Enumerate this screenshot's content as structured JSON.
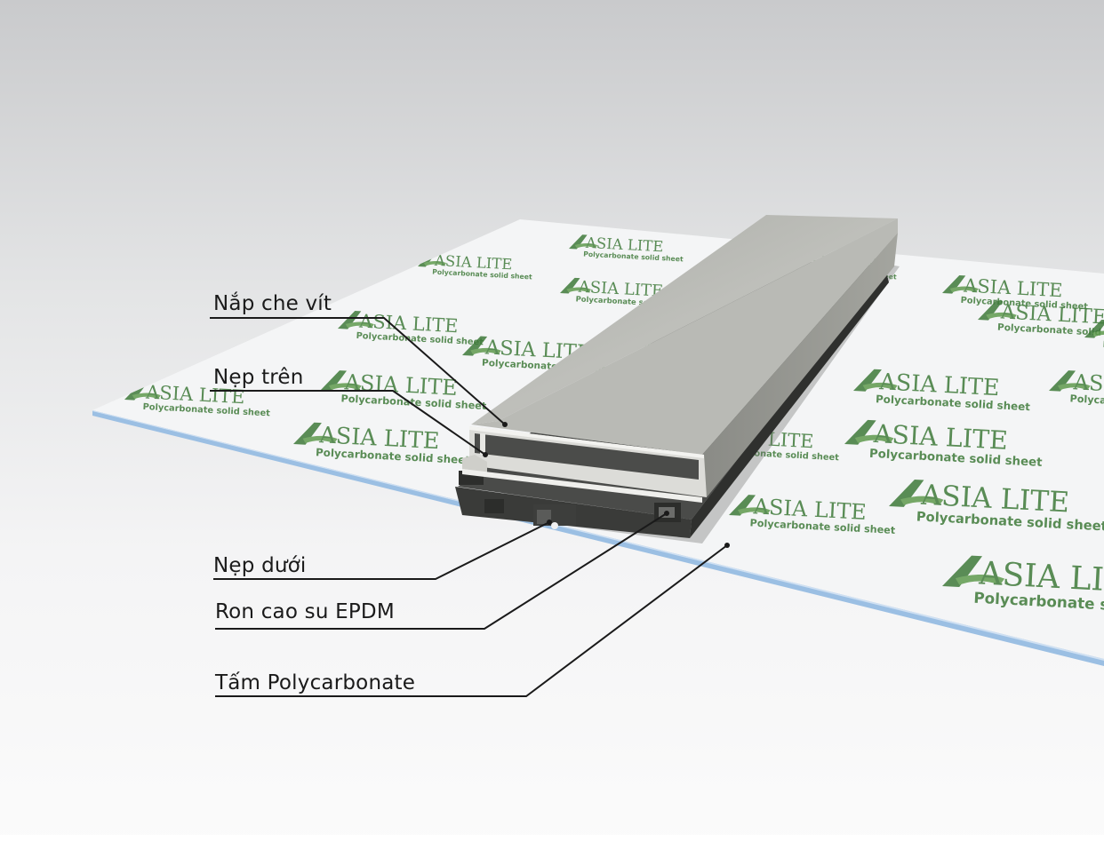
{
  "brand": {
    "logo_text": "ASIA LITE",
    "tagline": "Polycarbonate solid sheet",
    "color": "#3f7a3a"
  },
  "callouts": [
    {
      "id": "screw-cover",
      "label": "Nắp che vít"
    },
    {
      "id": "top-batten",
      "label": "Nẹp trên"
    },
    {
      "id": "bottom-batten",
      "label": "Nẹp dưới"
    },
    {
      "id": "epdm-gasket",
      "label": "Ron cao su EPDM"
    },
    {
      "id": "polycarbonate-sheet",
      "label": "Tấm Polycarbonate"
    }
  ],
  "colors": {
    "background_top": "#cfd0d2",
    "background_bottom": "#fbfbfb",
    "sheet_face": "#f5f6f7",
    "sheet_edge": "#9bbfe3",
    "profile_light": "#b8b9b4",
    "profile_mid": "#8e8f8a",
    "profile_dark": "#3c3d3b",
    "leader_line": "#1a1a1a"
  }
}
